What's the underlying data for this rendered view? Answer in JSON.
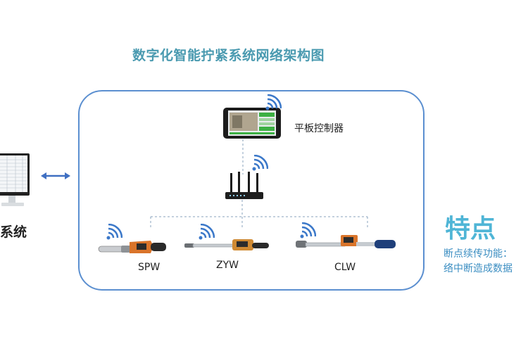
{
  "title": "数字化智能拧紧系统网络架构图",
  "tablet_label": "平板控制器",
  "system_label": "系统",
  "tools": {
    "spw": "SPW",
    "zyw": "ZYW",
    "clw": "CLW"
  },
  "features": {
    "title": "特点",
    "line1": "断点续传功能：",
    "line2": "络中断造成数据"
  },
  "colors": {
    "title": "#4a9ab0",
    "frame": "#5b8fd0",
    "wifi": "#3b78c9",
    "link": "#3f6fc2",
    "features": "#4fb5d6"
  }
}
